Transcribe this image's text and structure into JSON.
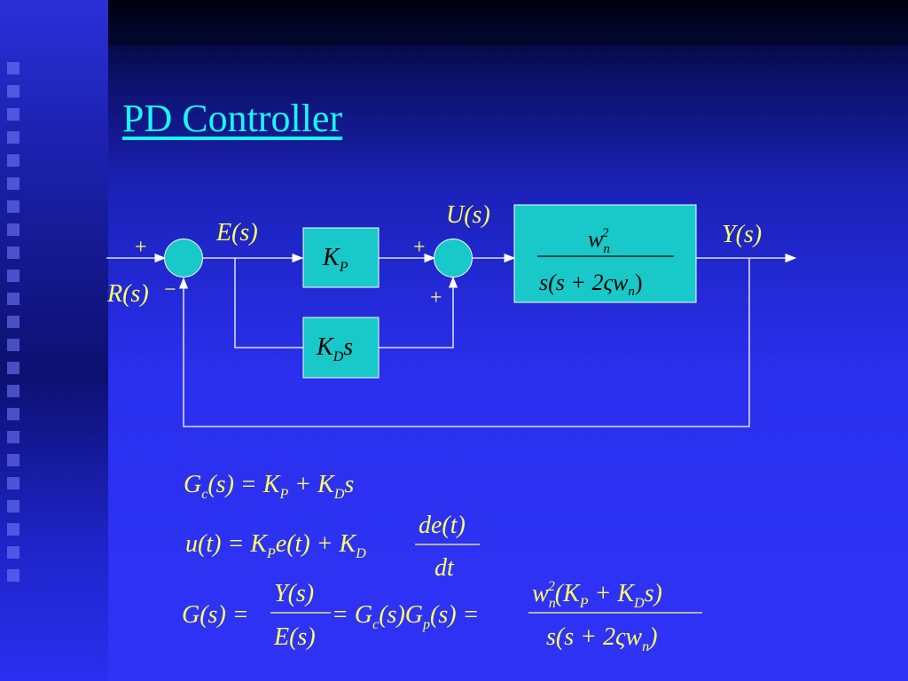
{
  "slide": {
    "title": "PD Controller"
  },
  "colors": {
    "accent_title": "#19f7f7",
    "block_fill": "#19c8c8",
    "math_text": "#ffff66",
    "line": "#ffffff"
  },
  "diagram": {
    "blocks": {
      "kp": {
        "main": "K",
        "sub": "P"
      },
      "kds": {
        "main": "K",
        "sub": "D",
        "tail": "s"
      },
      "plant": {
        "num_main": "w",
        "num_sub": "n",
        "num_sup": "2",
        "den_part1": "s(s + 2ςw",
        "den_sub": "n",
        "den_part2": ")"
      }
    },
    "signals": {
      "r": "R(s)",
      "e": "E(s)",
      "u": "U(s)",
      "y": "Y(s)",
      "plus1": "+",
      "minus1": "−",
      "plus2": "+",
      "plus3": "+"
    }
  },
  "equations": {
    "eq1": {
      "G": "G",
      "Gsub": "c",
      "rest1": "(s) = K",
      "Ksub1": "P",
      "rest2": " + K",
      "Ksub2": "D",
      "rest3": "s"
    },
    "eq2": {
      "lhs": "u(t) = K",
      "sub1": "P",
      "mid": "e(t) + K",
      "sub2": "D",
      "frac_num": "de(t)",
      "frac_den": "dt"
    },
    "eq3": {
      "lhs": "G(s) = ",
      "frac1_num": "Y(s)",
      "frac1_den": "E(s)",
      "eq": " = G",
      "sub_c": "c",
      "mid": "(s)G",
      "sub_p": "p",
      "tail": "(s) = ",
      "frac2_num_a": "w",
      "frac2_num_sub": "n",
      "frac2_num_sup": "2",
      "frac2_num_b": "(K",
      "frac2_num_sub2": "P",
      "frac2_num_c": " + K",
      "frac2_num_sub3": "D",
      "frac2_num_d": "s)",
      "frac2_den_a": "s(s + 2ςw",
      "frac2_den_sub": "n",
      "frac2_den_b": ")"
    }
  }
}
